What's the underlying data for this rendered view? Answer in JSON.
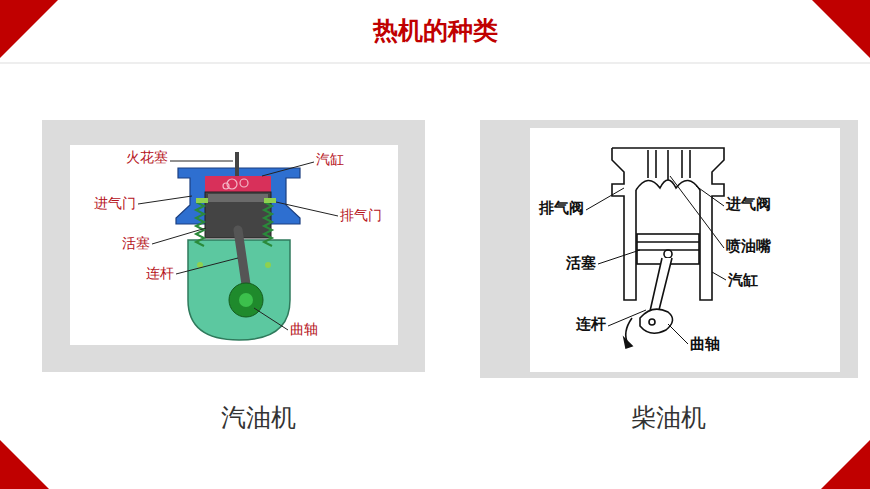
{
  "diagram": {
    "title": "热机的种类",
    "labels": [
      "火花塞",
      "汽缸",
      "进气门",
      "排气门",
      "活塞",
      "连杆",
      "曲轴",
      "汽油机",
      "排气阀",
      "进气阀",
      "喷油嘴",
      "活塞",
      "汽缸",
      "连杆",
      "曲轴",
      "柴油机"
    ]
  }
}
